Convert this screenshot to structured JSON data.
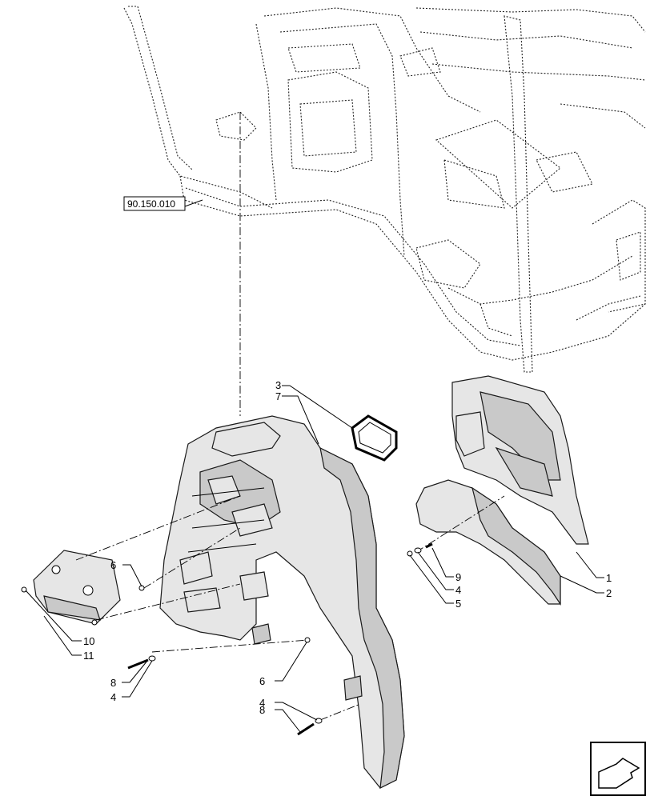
{
  "reference": {
    "code": "90.150.010"
  },
  "callouts": {
    "c1": "1",
    "c2": "2",
    "c3": "3",
    "c4a": "4",
    "c4b": "4",
    "c4c": "4",
    "c5": "5",
    "c6a": "6",
    "c6b": "6",
    "c7": "7",
    "c8a": "8",
    "c8b": "8",
    "c9": "9",
    "c10": "10",
    "c11": "11"
  },
  "nav": {
    "icon": "next-page-arrow-icon"
  }
}
